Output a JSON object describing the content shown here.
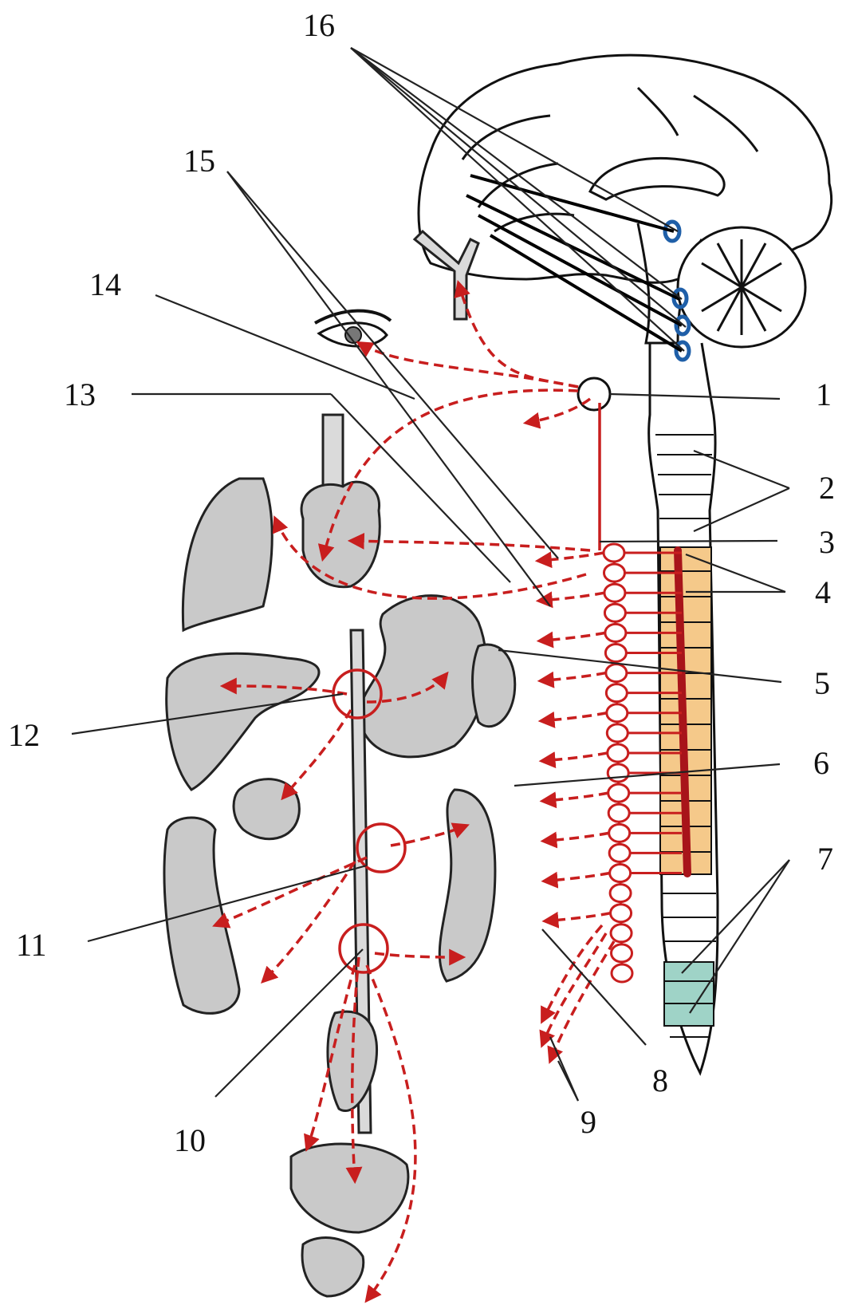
{
  "labels": {
    "l1": "1",
    "l2": "2",
    "l3": "3",
    "l4": "4",
    "l5": "5",
    "l6": "6",
    "l7": "7",
    "l8": "8",
    "l9": "9",
    "l10": "10",
    "l11": "11",
    "l12": "12",
    "l13": "13",
    "l14": "14",
    "l15": "15",
    "l16": "16"
  },
  "colors": {
    "pathway": "#c81e1e",
    "thoracolumbar_segment": "#f5c98a",
    "sacral_segment": "#9fd3c7",
    "brainstem_nuclei": "#1f5fa8",
    "organ_fill": "#c9c9c9"
  }
}
